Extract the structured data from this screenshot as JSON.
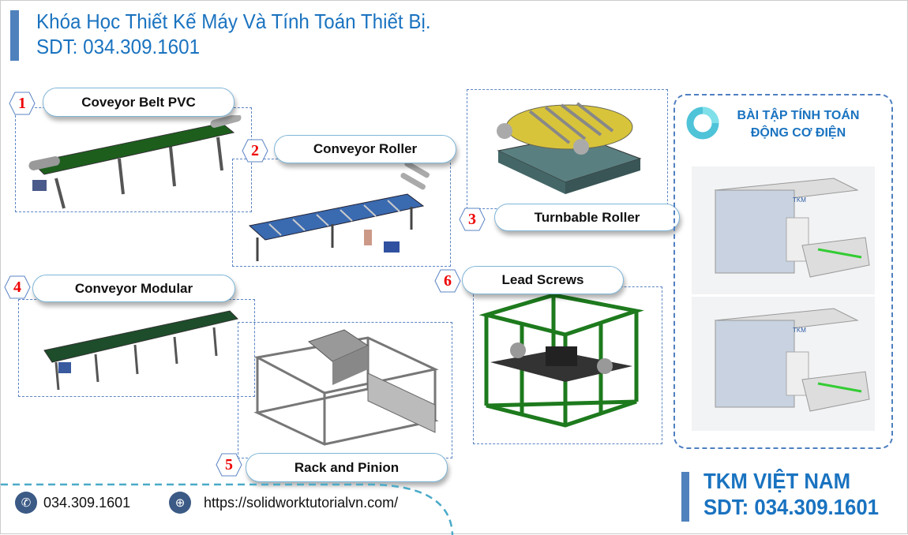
{
  "header": {
    "title_line1": "Khóa Học Thiết Kế Máy Và Tính Toán Thiết Bị.",
    "title_line2": "SDT: 034.309.1601"
  },
  "items": [
    {
      "number": "1",
      "label": "Coveyor Belt PVC"
    },
    {
      "number": "2",
      "label": "Conveyor Roller"
    },
    {
      "number": "3",
      "label": "Turnbable Roller"
    },
    {
      "number": "4",
      "label": "Conveyor Modular"
    },
    {
      "number": "5",
      "label": "Rack and Pinion"
    },
    {
      "number": "6",
      "label": "Lead Screws"
    }
  ],
  "panel": {
    "title_line1": "BÀI TẬP TÍNH TOÁN",
    "title_line2": "ĐỘNG CƠ ĐIỆN",
    "machine_logo": "TKM"
  },
  "brand": {
    "name": "TKM VIỆT NAM",
    "phone": "SDT: 034.309.1601"
  },
  "footer": {
    "phone": "034.309.1601",
    "website": "https://solidworktutorialvn.com/",
    "phone_icon": "phone-icon",
    "web_icon": "globe-icon"
  },
  "colors": {
    "accent": "#1a73c0",
    "bar": "#4f81bd",
    "number": "#e00000"
  }
}
